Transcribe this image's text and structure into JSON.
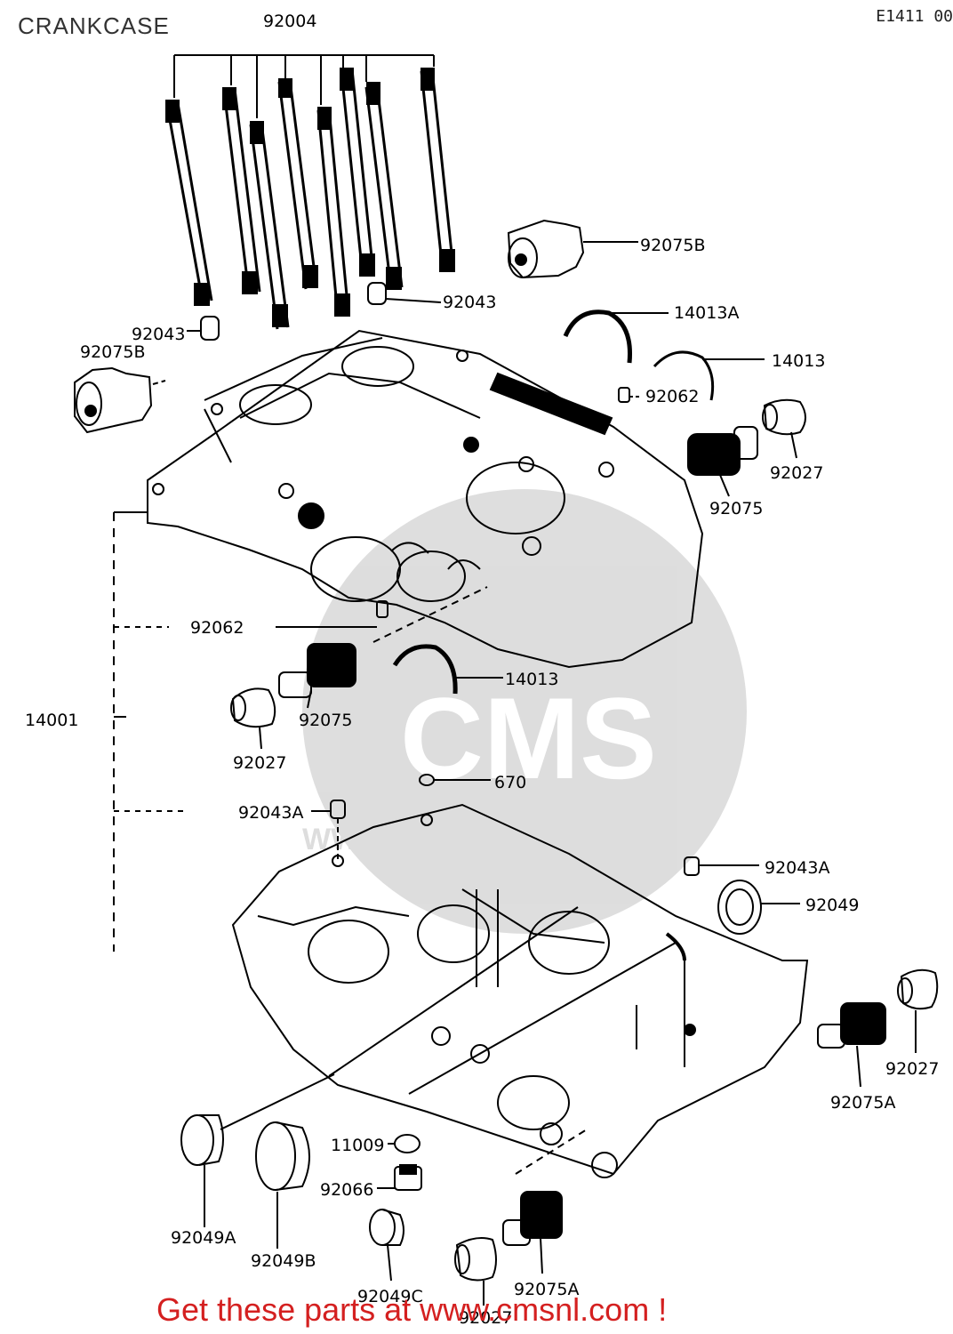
{
  "header": {
    "title": "CRANKCASE",
    "diagram_code": "E1411 00"
  },
  "watermark": {
    "brand": "CMS",
    "url": "WWW.CMSNL.COM"
  },
  "labels": {
    "p92004": "92004",
    "p92075B_top": "92075B",
    "p92043_mid": "92043",
    "p92043_left": "92043",
    "p92075B_left": "92075B",
    "p14013A": "14013A",
    "p14013_top": "14013",
    "p92062_top": "92062",
    "p92027_top": "92027",
    "p92075_right": "92075",
    "p92062_mid": "92062",
    "p14013_mid": "14013",
    "p14001": "14001",
    "p92075_mid": "92075",
    "p92027_mid": "92027",
    "p670": "670",
    "p92043A_left": "92043A",
    "p92043A_right": "92043A",
    "p92049": "92049",
    "p92027_lowright": "92027",
    "p92075A_right": "92075A",
    "p11009": "11009",
    "p92066": "92066",
    "p92049A": "92049A",
    "p92049B": "92049B",
    "p92049C": "92049C",
    "p92027_bottom": "92027",
    "p92075A_bottom": "92075A"
  },
  "footer": {
    "text": "Get these parts at www.cmsnl.com !",
    "color": "#d42020"
  }
}
